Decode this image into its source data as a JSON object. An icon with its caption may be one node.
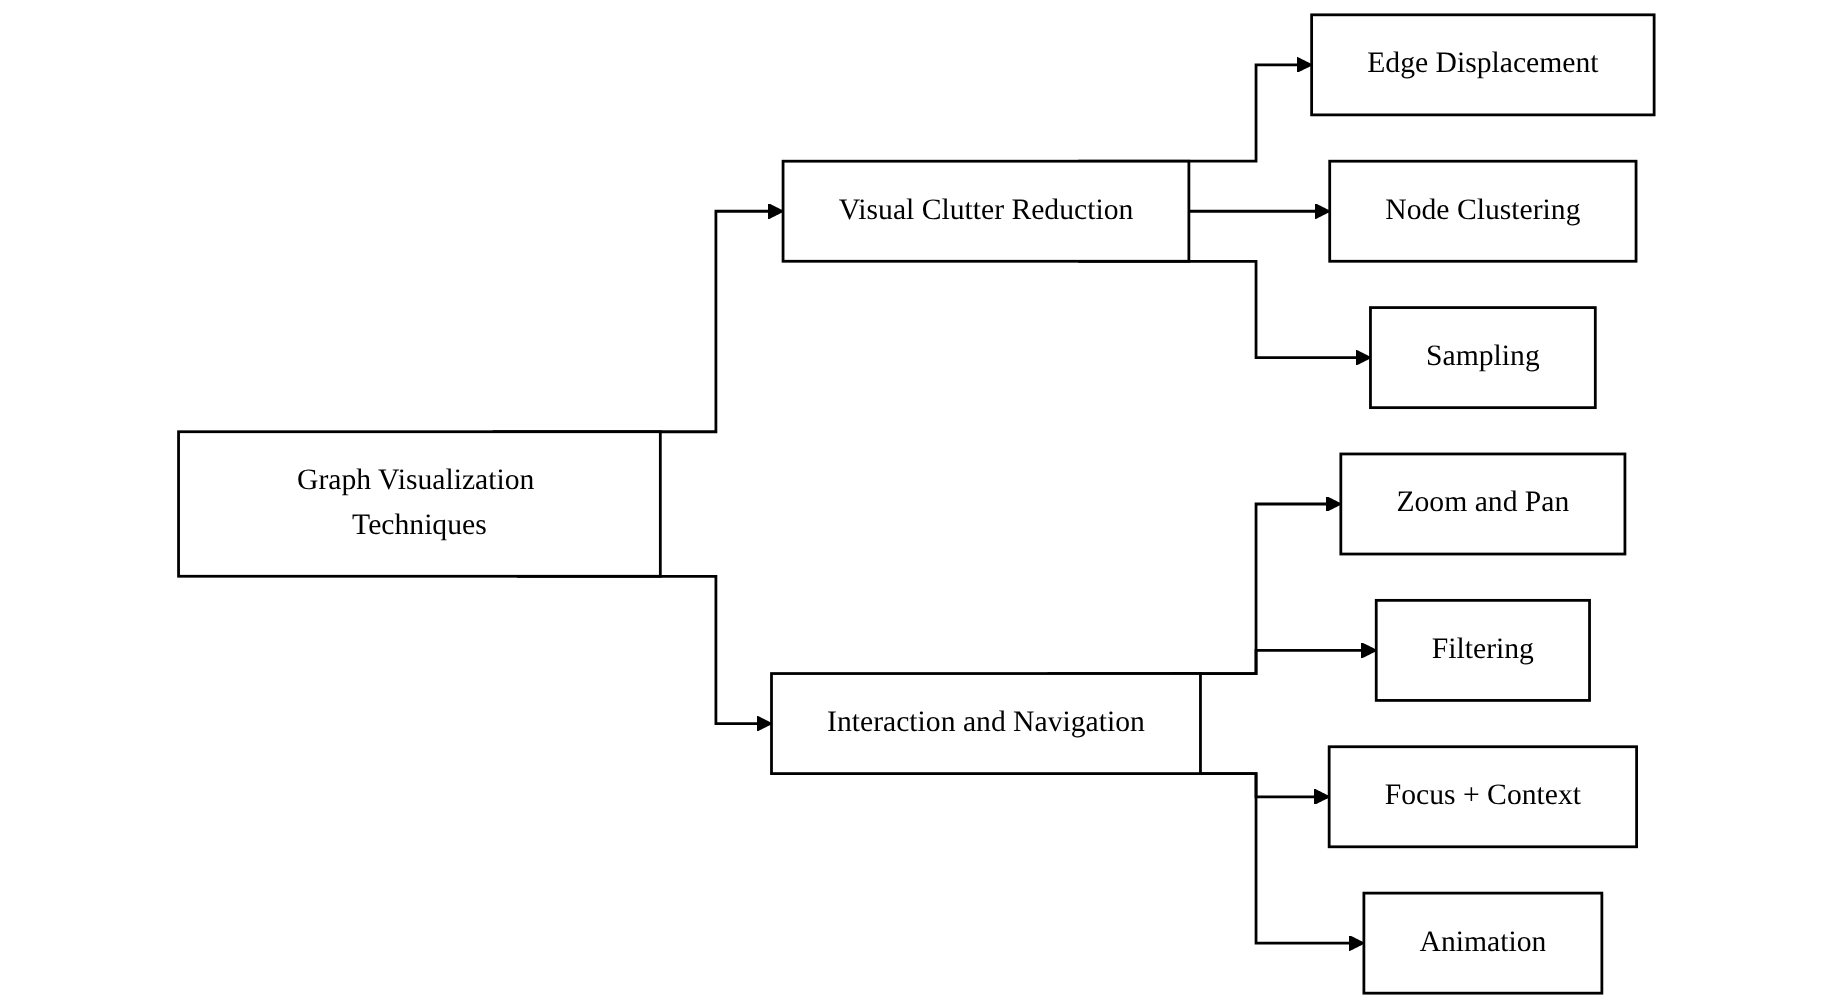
{
  "diagram": {
    "nodes": [
      {
        "text": [
          "Graph Visualization Techniques"
        ]
      },
      {
        "text": [
          "Visual Clutter Reduction"
        ]
      },
      {
        "text": [
          "Interaction and Navigation"
        ]
      },
      {
        "text": [
          "Edge Displacement"
        ]
      },
      {
        "text": [
          "Node Clustering"
        ]
      },
      {
        "text": [
          "Sampling"
        ]
      },
      {
        "text": [
          "Zoom and Pan"
        ]
      },
      {
        "text": [
          "Filtering"
        ]
      },
      {
        "text": [
          "Focus + Context"
        ]
      },
      {
        "text": [
          "Animation"
        ]
      }
    ],
    "edges": [
      {
        "from": 0,
        "to": 1,
        "arrow": "to"
      },
      {
        "from": 0,
        "to": 2,
        "arrow": "to"
      },
      {
        "from": 1,
        "to": 3,
        "arrow": "to"
      },
      {
        "from": 1,
        "to": 4,
        "arrow": "to"
      },
      {
        "from": 1,
        "to": 5,
        "arrow": "to"
      },
      {
        "from": 2,
        "to": 6,
        "arrow": "to"
      },
      {
        "from": 2,
        "to": 7,
        "arrow": "to"
      },
      {
        "from": 2,
        "to": 8,
        "arrow": "to"
      },
      {
        "from": 2,
        "to": 9,
        "arrow": "to"
      }
    ]
  }
}
